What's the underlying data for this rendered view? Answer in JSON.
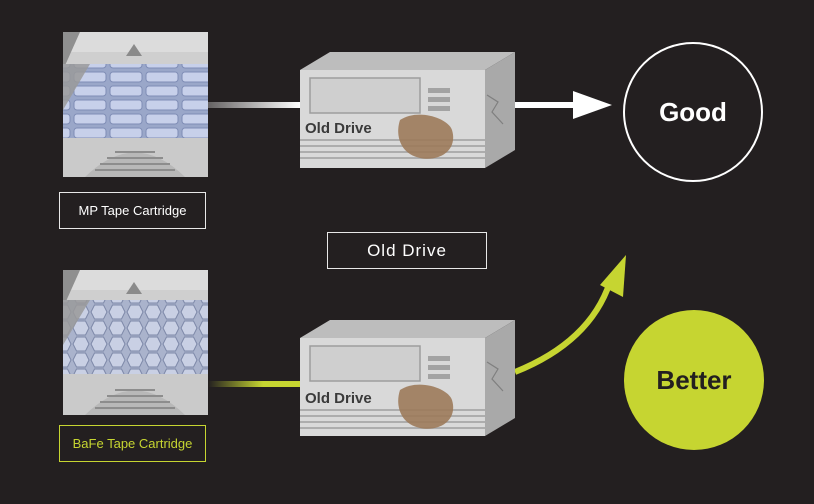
{
  "top_row": {
    "cartridge_label": "MP Tape Cartridge",
    "drive_label": "Old Drive",
    "result_label": "Good"
  },
  "bottom_row": {
    "cartridge_label": "BaFe Tape Cartridge",
    "drive_label": "Old Drive",
    "result_label": "Better"
  },
  "center_label": "Old Drive",
  "colors": {
    "background": "#231f20",
    "accent": "#c6d531",
    "white": "#ffffff",
    "cartridge_gray": "#c8c8c8",
    "drive_gray": "#d9d9d9",
    "stain": "#9c7a5a"
  }
}
